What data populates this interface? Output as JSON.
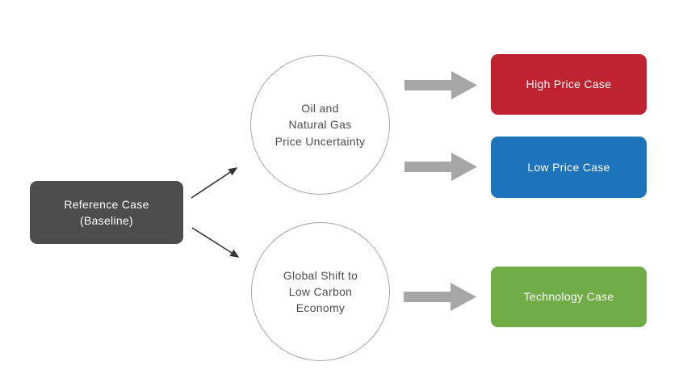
{
  "diagram": {
    "background": "#ffffff",
    "nodes": {
      "reference": {
        "label": "Reference Case\n(Baseline)",
        "bg": "#4d4d4d",
        "text_color": "#ffffff"
      },
      "price_uncertainty": {
        "label": "Oil and\nNatural Gas\nPrice Uncertainty",
        "border_color": "#a6a6a6",
        "text_color": "#4d4d4d"
      },
      "low_carbon": {
        "label": "Global Shift to\nLow Carbon\nEconomy",
        "border_color": "#a6a6a6",
        "text_color": "#4d4d4d"
      },
      "high_price": {
        "label": "High Price Case",
        "bg": "#bf2330",
        "text_color": "#ffffff"
      },
      "low_price": {
        "label": "Low Price Case",
        "bg": "#1d74bb",
        "text_color": "#ffffff"
      },
      "technology": {
        "label": "Technology Case",
        "bg": "#70ad47",
        "text_color": "#ffffff"
      }
    },
    "connectors": {
      "thin_arrow_color": "#363636",
      "block_arrow_color": "#a6a6a6"
    }
  }
}
